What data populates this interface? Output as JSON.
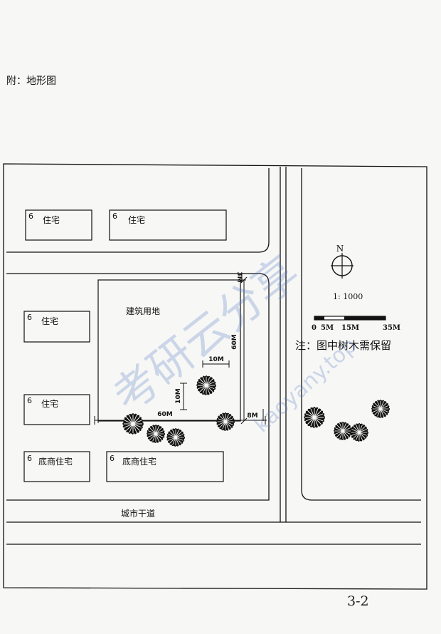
{
  "heading": "附：地形图",
  "buildings": [
    {
      "floors": "6",
      "label": "住宅"
    },
    {
      "floors": "6",
      "label": "住宅"
    },
    {
      "floors": "6",
      "label": "住宅"
    },
    {
      "floors": "6",
      "label": "住宅"
    },
    {
      "floors": "6",
      "label": "底商住宅"
    },
    {
      "floors": "6",
      "label": "底商住宅"
    }
  ],
  "site": {
    "label": "建筑用地"
  },
  "dimensions": {
    "top_setback": "3M",
    "site_height": "60M",
    "site_width": "60M",
    "tree_offset_x": "10M",
    "tree_offset_y": "10M",
    "right_setback": "8M"
  },
  "road": {
    "label": "城市干道"
  },
  "north": {
    "letter": "N"
  },
  "scale": {
    "ratio": "1: 1000",
    "ticks": [
      "0",
      "5M",
      "15M",
      "35M"
    ]
  },
  "note": "注：图中树木需保留",
  "watermark": {
    "text": "考研云分享",
    "url": "kaoyany.top",
    "color": "#5b7fc9"
  },
  "page_number": "3-2"
}
